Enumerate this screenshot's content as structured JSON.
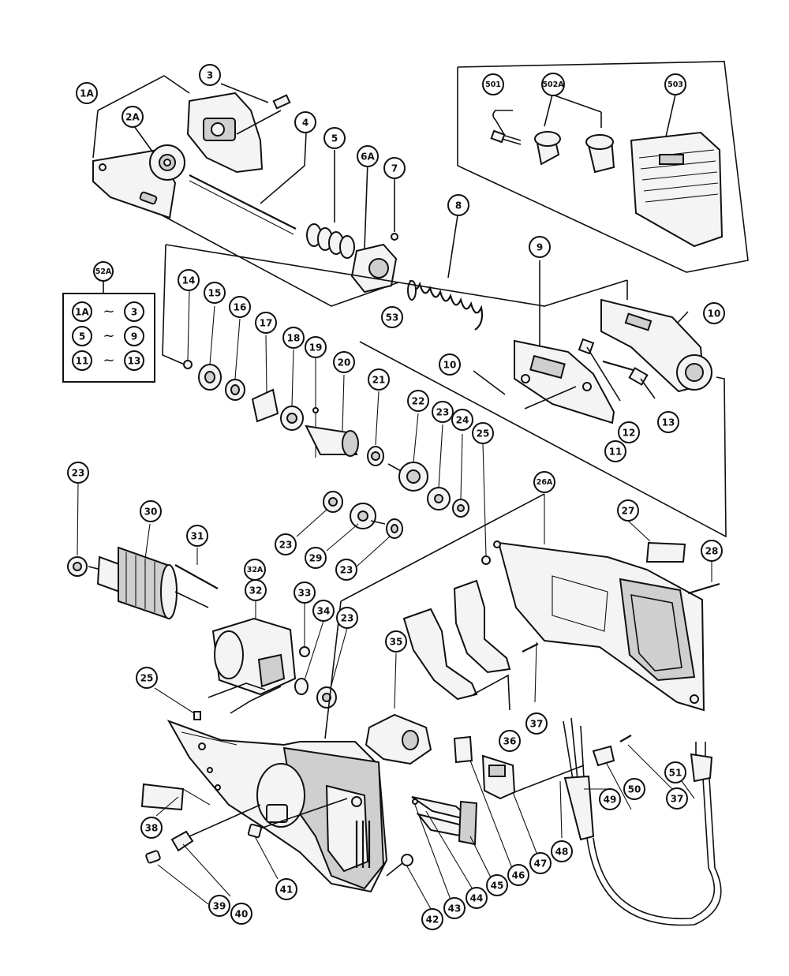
{
  "callouts": [
    {
      "id": "c-1a",
      "label": "1A"
    },
    {
      "id": "c-2a",
      "label": "2A"
    },
    {
      "id": "c-3",
      "label": "3"
    },
    {
      "id": "c-4",
      "label": "4"
    },
    {
      "id": "c-5",
      "label": "5"
    },
    {
      "id": "c-6a",
      "label": "6A"
    },
    {
      "id": "c-7",
      "label": "7"
    },
    {
      "id": "c-8",
      "label": "8"
    },
    {
      "id": "c-9",
      "label": "9"
    },
    {
      "id": "c-10a",
      "label": "10"
    },
    {
      "id": "c-10b",
      "label": "10"
    },
    {
      "id": "c-11",
      "label": "11"
    },
    {
      "id": "c-12",
      "label": "12"
    },
    {
      "id": "c-13",
      "label": "13"
    },
    {
      "id": "c-14",
      "label": "14"
    },
    {
      "id": "c-15",
      "label": "15"
    },
    {
      "id": "c-16",
      "label": "16"
    },
    {
      "id": "c-17",
      "label": "17"
    },
    {
      "id": "c-18",
      "label": "18"
    },
    {
      "id": "c-19",
      "label": "19"
    },
    {
      "id": "c-20",
      "label": "20"
    },
    {
      "id": "c-21",
      "label": "21"
    },
    {
      "id": "c-22",
      "label": "22"
    },
    {
      "id": "c-23a",
      "label": "23"
    },
    {
      "id": "c-24",
      "label": "24"
    },
    {
      "id": "c-25a",
      "label": "25"
    },
    {
      "id": "c-26a",
      "label": "26A"
    },
    {
      "id": "c-27",
      "label": "27"
    },
    {
      "id": "c-28",
      "label": "28"
    },
    {
      "id": "c-23b",
      "label": "23"
    },
    {
      "id": "c-23c",
      "label": "23"
    },
    {
      "id": "c-29",
      "label": "29"
    },
    {
      "id": "c-23d",
      "label": "23"
    },
    {
      "id": "c-30",
      "label": "30"
    },
    {
      "id": "c-31",
      "label": "31"
    },
    {
      "id": "c-32a",
      "label": "32A"
    },
    {
      "id": "c-32",
      "label": "32"
    },
    {
      "id": "c-33",
      "label": "33"
    },
    {
      "id": "c-34",
      "label": "34"
    },
    {
      "id": "c-23e",
      "label": "23"
    },
    {
      "id": "c-35",
      "label": "35"
    },
    {
      "id": "c-36",
      "label": "36"
    },
    {
      "id": "c-37a",
      "label": "37"
    },
    {
      "id": "c-25b",
      "label": "25"
    },
    {
      "id": "c-38",
      "label": "38"
    },
    {
      "id": "c-39",
      "label": "39"
    },
    {
      "id": "c-40",
      "label": "40"
    },
    {
      "id": "c-41",
      "label": "41"
    },
    {
      "id": "c-42",
      "label": "42"
    },
    {
      "id": "c-43",
      "label": "43"
    },
    {
      "id": "c-44",
      "label": "44"
    },
    {
      "id": "c-45",
      "label": "45"
    },
    {
      "id": "c-46",
      "label": "46"
    },
    {
      "id": "c-47",
      "label": "47"
    },
    {
      "id": "c-48",
      "label": "48"
    },
    {
      "id": "c-49",
      "label": "49"
    },
    {
      "id": "c-50",
      "label": "50"
    },
    {
      "id": "c-37b",
      "label": "37"
    },
    {
      "id": "c-51",
      "label": "51"
    },
    {
      "id": "c-53",
      "label": "53"
    },
    {
      "id": "c-501",
      "label": "501"
    },
    {
      "id": "c-502a",
      "label": "502A"
    },
    {
      "id": "c-503",
      "label": "503"
    }
  ],
  "legend_box": {
    "header": "52A",
    "rows": [
      {
        "from": "1A",
        "to": "3"
      },
      {
        "from": "5",
        "to": "9"
      },
      {
        "from": "11",
        "to": "13"
      }
    ],
    "separator": "~"
  }
}
